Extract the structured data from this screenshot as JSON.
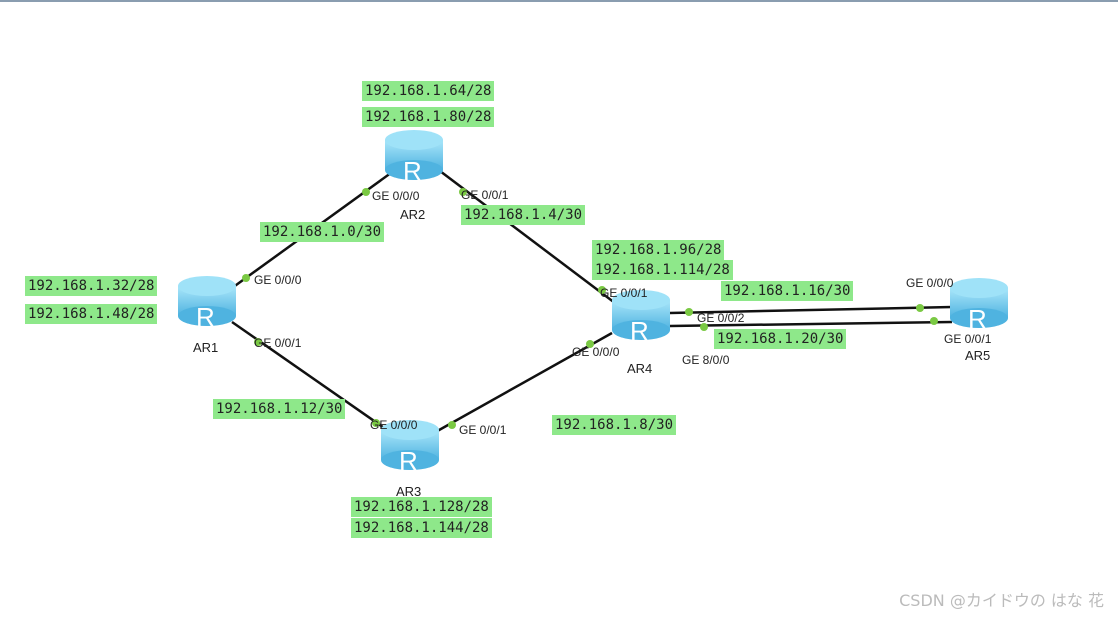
{
  "routers": [
    {
      "name": "AR1"
    },
    {
      "name": "AR2"
    },
    {
      "name": "AR3"
    },
    {
      "name": "AR4"
    },
    {
      "name": "AR5"
    }
  ],
  "router_glyph": "R",
  "networks": {
    "ar2_lan1": "192.168.1.64/28",
    "ar2_lan2": "192.168.1.80/28",
    "ar1_ar2": "192.168.1.0/30",
    "ar2_ar4": "192.168.1.4/30",
    "ar1_lan1": "192.168.1.32/28",
    "ar1_lan2": "192.168.1.48/28",
    "ar4_lan1": "192.168.1.96/28",
    "ar4_lan2": "192.168.1.114/28",
    "ar4_ar5_a": "192.168.1.16/30",
    "ar4_ar5_b": "192.168.1.20/30",
    "ar1_ar3": "192.168.1.12/30",
    "ar3_ar4": "192.168.1.8/30",
    "ar3_lan1": "192.168.1.128/28",
    "ar3_lan2": "192.168.1.144/28"
  },
  "ports": {
    "ar2_g000": "GE 0/0/0",
    "ar2_g001": "GE 0/0/1",
    "ar1_g000": "GE 0/0/0",
    "ar1_g001": "GE 0/0/1",
    "ar3_g000": "GE 0/0/0",
    "ar3_g001": "GE 0/0/1",
    "ar4_g001": "GE 0/0/1",
    "ar4_g000": "GE 0/0/0",
    "ar4_g002": "GE 0/0/2",
    "ar4_g800": "GE 8/0/0",
    "ar5_g000": "GE 0/0/0",
    "ar5_g001": "GE 0/0/1"
  },
  "watermark": "CSDN @カイドウの はな 花",
  "colors": {
    "label_bg": "#8ee88a",
    "port_dot": "#7ac943",
    "router": "#6cc8ec"
  }
}
